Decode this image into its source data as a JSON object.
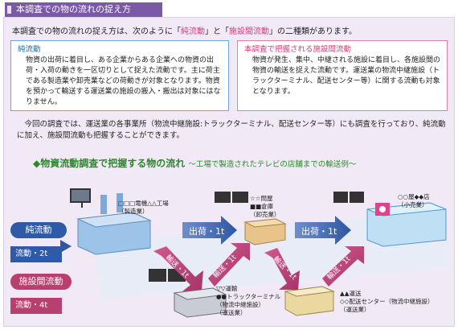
{
  "header": {
    "title": "本調査での物の流れの捉え方"
  },
  "intro": {
    "pre": "本調査での物の流れの捉え方は、次のように「",
    "term1": "純流動",
    "mid": "」と「",
    "term2": "施設間流動",
    "post": "」の二種類があります。"
  },
  "box1": {
    "title": "純流動",
    "body": "物資の出荷に着目し、ある企業からある企業への物資の出荷・入荷の動きを一区切りとして捉えた流動です。主に荷主である製造業や卸売業などの荷動きが対象となります。物資を預かって輸送する運送業の施設の搬入・搬出は対象にはなりません。"
  },
  "box2": {
    "title": "本調査で把握される施設間流動",
    "body": "物資が発生、集中、中継される施設に着目し、各施設間の物資の輸送を捉えた流動です。運送業の物流中継施設（トラックターミナル、配送センター等）に関する流動も対象となります。"
  },
  "note": "今回の調査では、運送業の各事業所（物流中継施設:トラックターミナル、配送センター等）にも調査を行っており、純流動に加え、施設間流動も把握することができます。",
  "diagram": {
    "title": "◆物資流動調査で把握する物の流れ",
    "subtitle": "～工場で製造されたテレビの店舗までの輸送例～",
    "left_pills": [
      "純流動",
      "施設間流動"
    ],
    "left_tags": [
      "流動・2t",
      "流動・4t"
    ],
    "ship_labels": [
      "出荷・1t",
      "出荷・1t"
    ],
    "transport_labels": [
      "輸送・1t",
      "輸送・1t",
      "輸送・1t",
      "輸送・1t"
    ],
    "factory": {
      "name": "□□□電機△△工場",
      "type": "（製造業）"
    },
    "warehouse": {
      "name1": "☆☆問屋",
      "name2": "■■倉庫",
      "type": "（卸売業）"
    },
    "store": {
      "name": "○○屋◆◆店",
      "type": "（小売業）"
    },
    "terminal": {
      "name1": "▽▽運輸",
      "name2": "●●トラックターミナル",
      "sub": "（物流中継施設）",
      "type": "（運送業）"
    },
    "center": {
      "name1": "▲▲運送",
      "name2": "◇◇配送センター（物流中継施設）",
      "type": "（運送業）"
    }
  },
  "colors": {
    "header": "#7a5aa6",
    "pure_flow": "#1f6fb4",
    "facility_flow": "#d83b7b",
    "diagram_title": "#2a8a2a"
  }
}
